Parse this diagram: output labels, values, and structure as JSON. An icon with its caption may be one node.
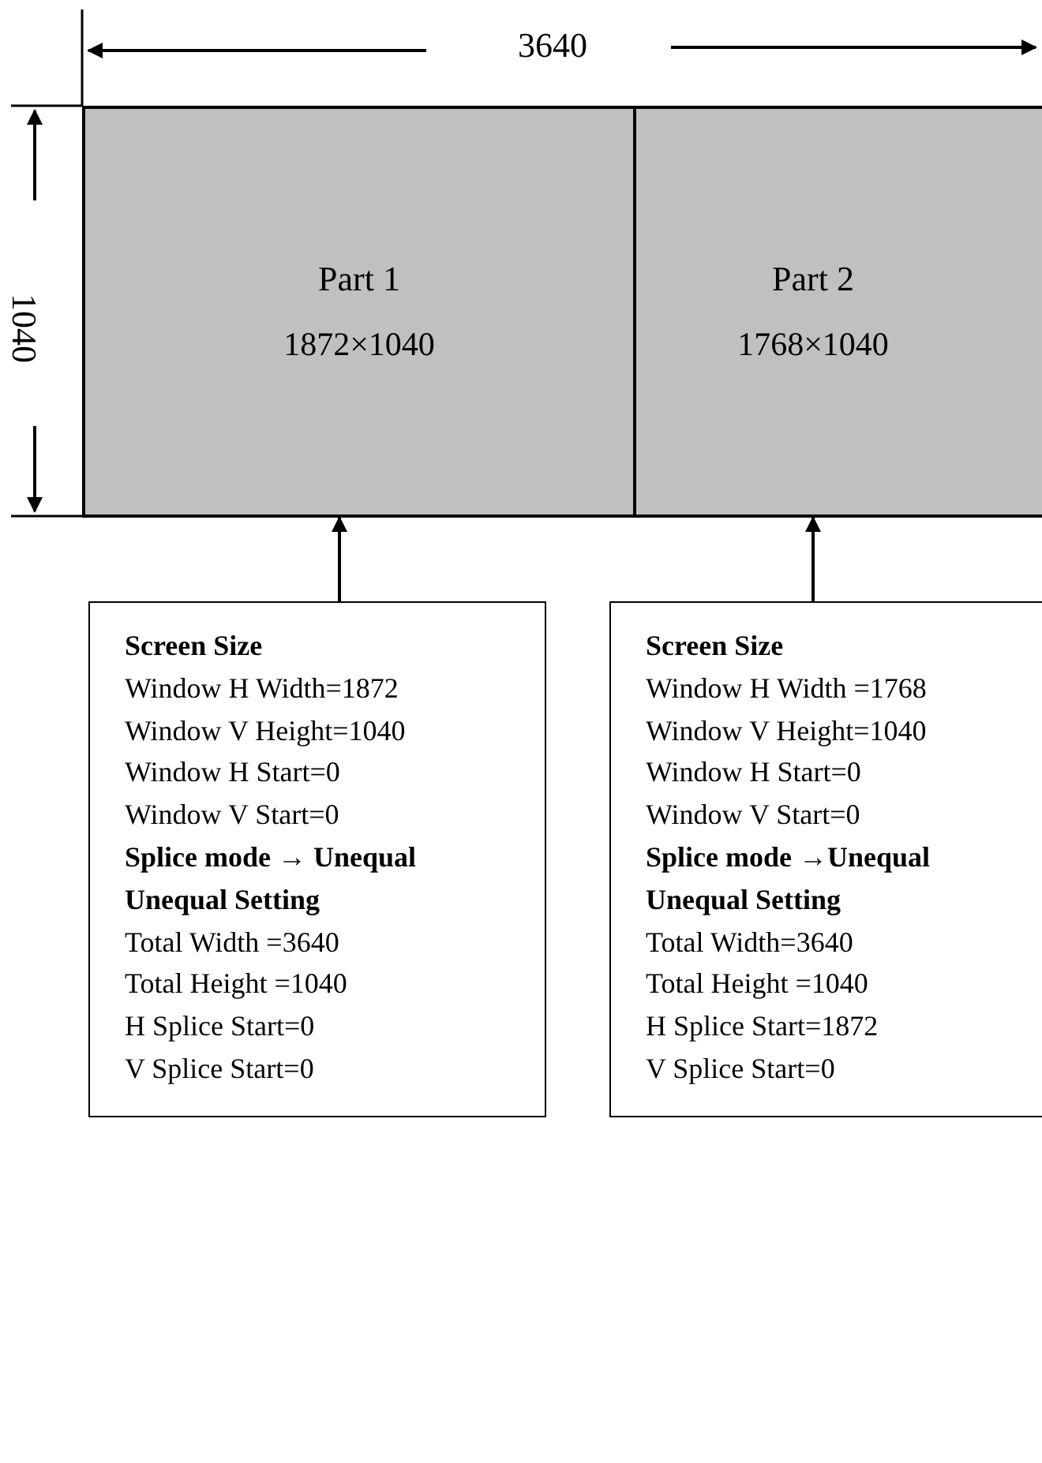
{
  "diagram": {
    "nodes": [
      {
        "text": [
          "Part 1",
          "1872×1040"
        ]
      },
      {
        "text": [
          "Part 2",
          "1768×1040"
        ]
      },
      {
        "text": [
          "Screen Size",
          "Window H Width=1872",
          "Window V Height=1040",
          "Window H Start=0",
          "Window V Start=0",
          "Splice mode → Unequal",
          "Unequal Setting",
          "Total Width =3640",
          "Total Height =1040",
          "H Splice Start=0",
          "V Splice Start=0"
        ]
      },
      {
        "text": [
          "Screen Size",
          "Window H Width =1768",
          "Window V Height=1040",
          "Window H Start=0",
          "Window V Start=0",
          "Splice mode →Unequal",
          "Unequal Setting",
          "Total Width=3640",
          "Total Height =1040",
          "H Splice Start=1872",
          "V Splice Start=0"
        ]
      }
    ],
    "edges": [
      {
        "from": 2,
        "to": 0,
        "arrow": "to"
      },
      {
        "from": 3,
        "to": 1,
        "arrow": "to"
      }
    ],
    "labels": [
      "3640",
      "1040"
    ]
  }
}
